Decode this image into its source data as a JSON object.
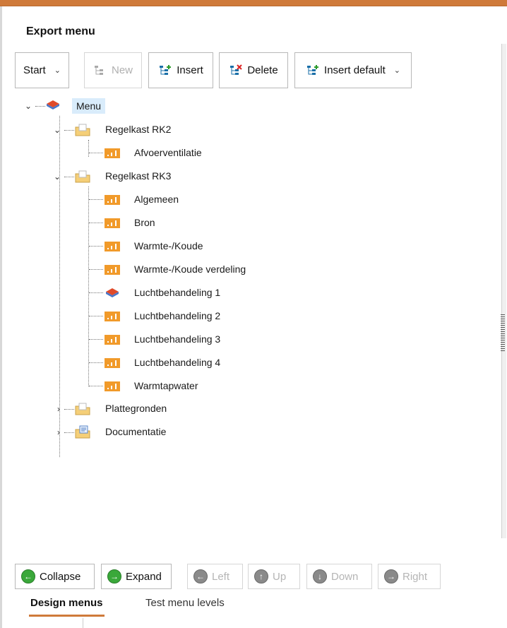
{
  "panel": {
    "title": "Export menu"
  },
  "toolbar": {
    "start_label": "Start",
    "new_label": "New",
    "insert_label": "Insert",
    "delete_label": "Delete",
    "insert_default_label": "Insert default"
  },
  "tree": {
    "root": "Menu",
    "regelkast_rk2": "Regelkast RK2",
    "rk2_items": [
      "Afvoerventilatie"
    ],
    "regelkast_rk3": "Regelkast RK3",
    "rk3_items": [
      "Algemeen",
      "Bron",
      "Warmte-/Koude",
      "Warmte-/Koude verdeling",
      "Luchtbehandeling 1",
      "Luchtbehandeling 2",
      "Luchtbehandeling 3",
      "Luchtbehandeling 4",
      "Warmtapwater"
    ],
    "plattegronden": "Plattegronden",
    "documentatie": "Documentatie"
  },
  "bottom": {
    "collapse_label": "Collapse",
    "expand_label": "Expand",
    "left_label": "Left",
    "up_label": "Up",
    "down_label": "Down",
    "right_label": "Right"
  },
  "tabs": {
    "design_label": "Design menus",
    "test_label": "Test menu levels"
  },
  "colors": {
    "accent": "#cf7a3a",
    "selection": "#d9ecfb",
    "module_icon": "#f19a2a",
    "folder": "#f5cf78"
  }
}
